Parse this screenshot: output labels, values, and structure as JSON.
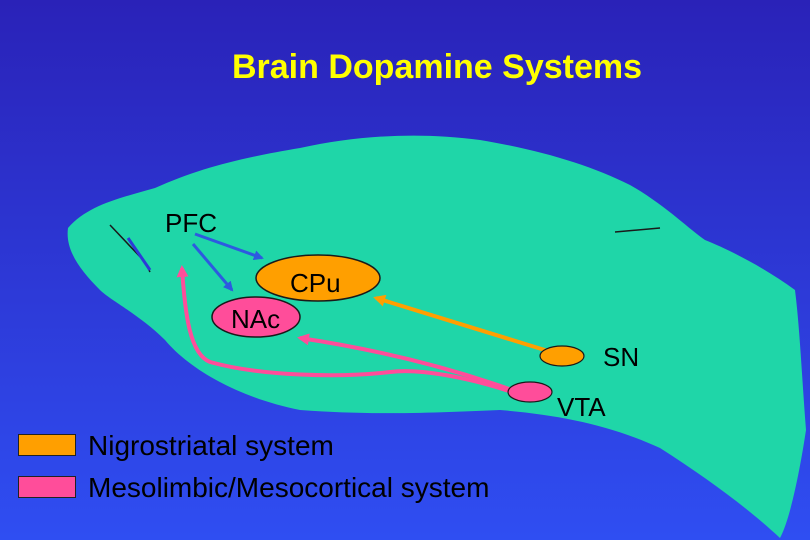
{
  "title": "Brain Dopamine Systems",
  "colors": {
    "background": "#2d3ad8",
    "brain": "#1fd6a8",
    "title": "#ffff00",
    "nigrostriatal": "#ff9f00",
    "mesolimbic": "#ff4d9a",
    "pfc_arrow": "#2d5ae0"
  },
  "regions": {
    "pfc": "PFC",
    "cpu": "CPu",
    "nac": "NAc",
    "sn": "SN",
    "vta": "VTA"
  },
  "legend": [
    {
      "label": "Nigrostriatal system",
      "color": "#ff9f00"
    },
    {
      "label": "Mesolimbic/Mesocortical system",
      "color": "#ff4d9a"
    }
  ]
}
